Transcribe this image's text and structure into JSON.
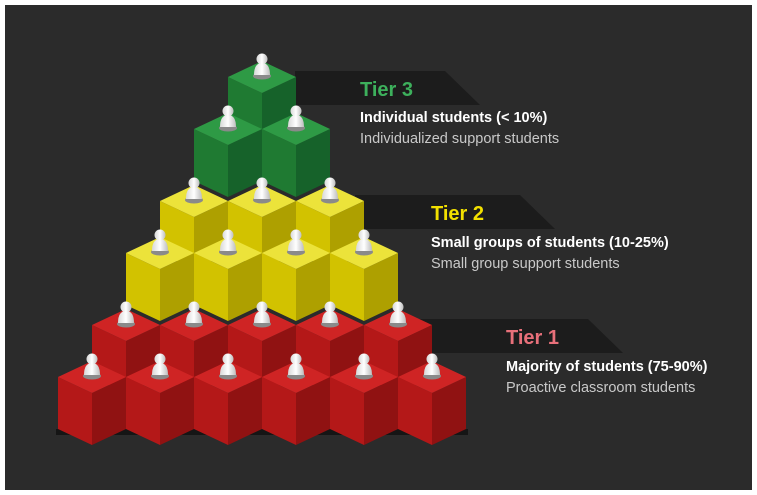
{
  "colors": {
    "background": "#2b2b2b",
    "band": "#1c1c1c",
    "tier3_accent": "#3db05c",
    "tier2_accent": "#f2e000",
    "tier1_accent": "#e8707a"
  },
  "tiers": [
    {
      "title": "Tier 3",
      "heading": "Individual students (< 10%)",
      "description": "Individualized support students",
      "cube_color": "green"
    },
    {
      "title": "Tier 2",
      "heading": "Small groups of students (10-25%)",
      "description": "Small group support students",
      "cube_color": "yellow"
    },
    {
      "title": "Tier 1",
      "heading": "Majority of students (75-90%)",
      "description": "Proactive classroom students",
      "cube_color": "red"
    }
  ],
  "icons": {
    "student": "student-figure-icon"
  }
}
